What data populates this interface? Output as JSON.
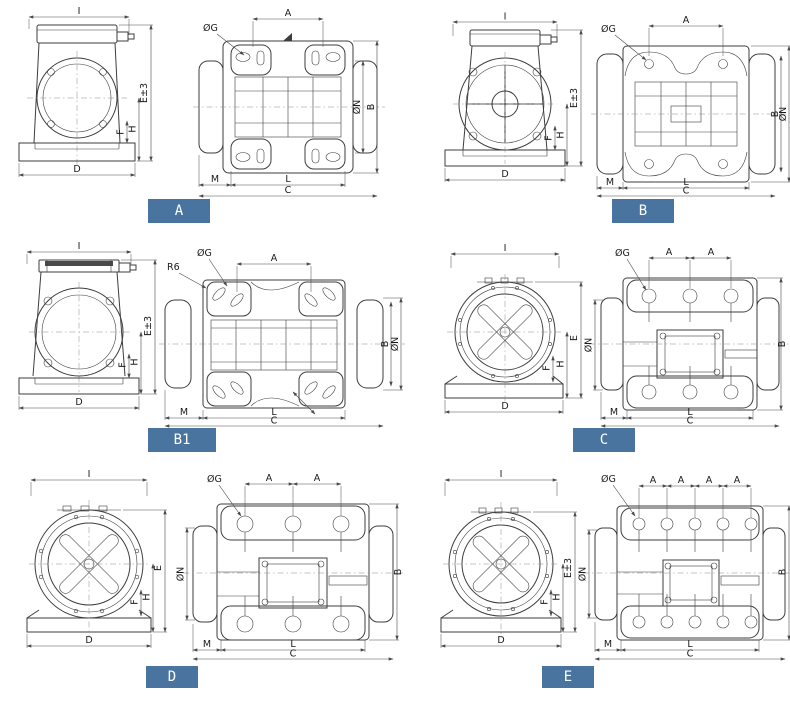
{
  "colors": {
    "badge_bg": "#4a74a0",
    "badge_text": "#ffffff",
    "line": "#3d3d3d"
  },
  "panels": [
    {
      "badge": "A",
      "end": {
        "top_width": "I",
        "base_width": "D",
        "total_height": "E±3",
        "foot_height": "F",
        "center_height": "H"
      },
      "side": {
        "hole_dia": "ØG",
        "spacings": [
          "A"
        ],
        "body_dia": "ØN",
        "height": "B",
        "offset": "M",
        "foot_span": "L",
        "total_length": "C"
      }
    },
    {
      "badge": "B",
      "end": {
        "top_width": "I",
        "base_width": "D",
        "total_height": "E±3",
        "foot_height": "F",
        "center_height": "H"
      },
      "side": {
        "hole_dia": "ØG",
        "spacings": [
          "A"
        ],
        "body_dia": "ØN",
        "height": "B",
        "offset": "M",
        "foot_span": "L",
        "total_length": "C"
      }
    },
    {
      "badge": "B1",
      "end": {
        "top_width": "I",
        "base_width": "D",
        "total_height": "E±3",
        "foot_height": "F",
        "center_height": "H"
      },
      "side": {
        "hole_dia": "ØG",
        "corner_radius": "R6",
        "spacings": [
          "A"
        ],
        "body_dia": "ØN",
        "height": "B",
        "offset": "M",
        "foot_span": "L",
        "total_length": "C"
      }
    },
    {
      "badge": "C",
      "end": {
        "top_width": "I",
        "base_width": "D",
        "total_height": "E",
        "foot_height": "F",
        "center_height": "H"
      },
      "side": {
        "hole_dia": "ØG",
        "spacings": [
          "A",
          "A"
        ],
        "body_dia": "ØN",
        "height": "B",
        "offset": "M",
        "foot_span": "L",
        "total_length": "C"
      }
    },
    {
      "badge": "D",
      "end": {
        "top_width": "I",
        "base_width": "D",
        "total_height": "E",
        "foot_height": "F",
        "center_height": "H"
      },
      "side": {
        "hole_dia": "ØG",
        "spacings": [
          "A",
          "A"
        ],
        "body_dia": "ØN",
        "height": "B",
        "offset": "M",
        "foot_span": "L",
        "total_length": "C"
      }
    },
    {
      "badge": "E",
      "end": {
        "top_width": "I",
        "base_width": "D",
        "total_height": "E±3",
        "foot_height": "F",
        "center_height": "H"
      },
      "side": {
        "hole_dia": "ØG",
        "spacings": [
          "A",
          "A",
          "A",
          "A"
        ],
        "body_dia": "ØN",
        "height": "B",
        "offset": "M",
        "foot_span": "L",
        "total_length": "C"
      }
    }
  ]
}
